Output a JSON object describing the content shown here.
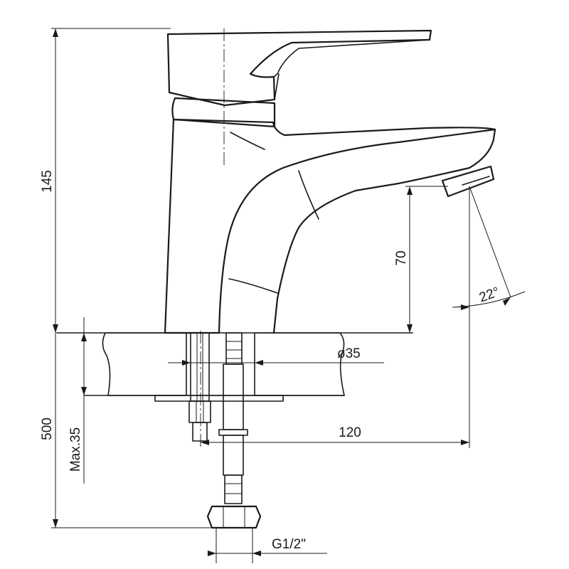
{
  "dimensions": {
    "total_height": "145",
    "spout_height": "70",
    "spout_angle": "22°",
    "hole_diameter": "ø35",
    "spout_reach": "120",
    "hose_length": "500",
    "max_thickness": "Max.35",
    "thread": "G1/2\""
  }
}
